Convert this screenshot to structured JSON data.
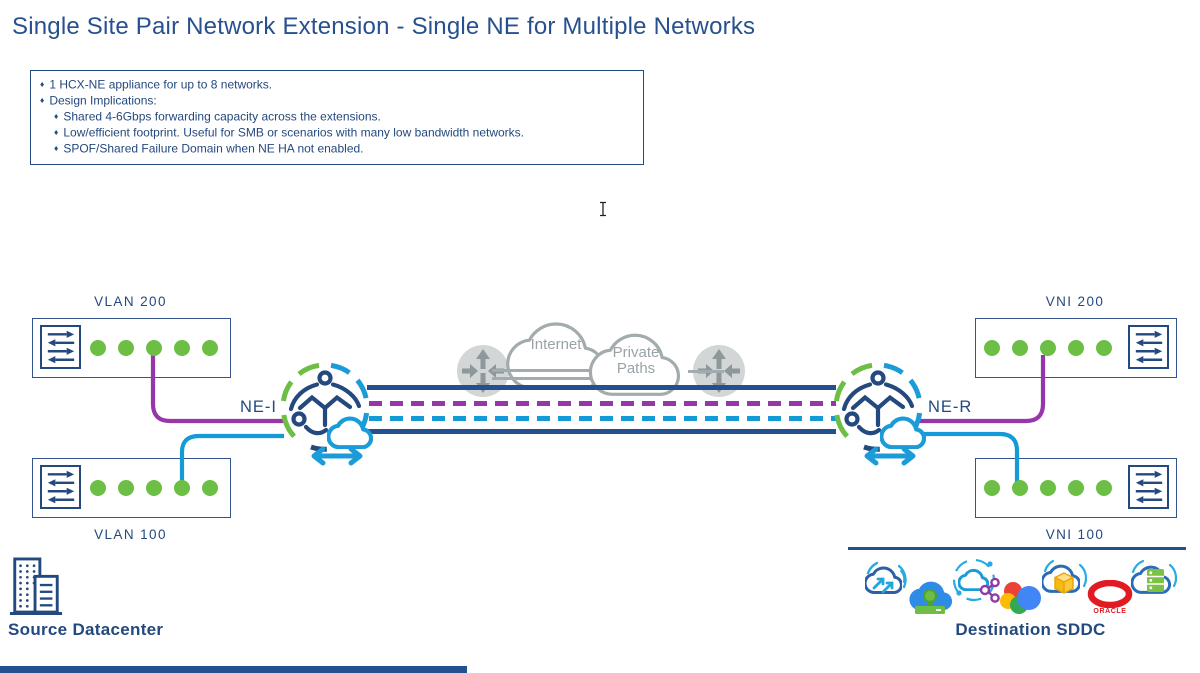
{
  "title": "Single Site Pair Network Extension - Single NE for Multiple Networks",
  "notes": {
    "bullet": "♦",
    "items": [
      "1 HCX-NE appliance for up to 8 networks.",
      "Design Implications:",
      "Shared 4-6Gbps forwarding capacity across the extensions.",
      "Low/efficient footprint. Useful for SMB or scenarios with many low bandwidth networks.",
      "SPOF/Shared Failure Domain when NE HA not enabled."
    ]
  },
  "source_site": {
    "network_top": "VLAN 200",
    "network_bottom": "VLAN 100",
    "appliance": "NE-I",
    "site_label": "Source Datacenter"
  },
  "destination_site": {
    "network_top": "VNI 200",
    "network_bottom": "VNI 100",
    "appliance": "NE-R",
    "site_label": "Destination SDDC",
    "oracle_label": "ORACLE",
    "provider_icons": [
      "cloud-arrows-icon",
      "cloud-key-icon",
      "cloud-molecule-icon",
      "google-cloud-icon",
      "cloud-cube-icon",
      "oracle-icon",
      "cloud-server-icon"
    ]
  },
  "transport": {
    "cloud_top": "Internet",
    "cloud_bottom": "Private Paths",
    "router_icons": [
      "router-icon",
      "router-icon"
    ]
  },
  "tunnels": [
    {
      "style": "solid",
      "color": "#24508F"
    },
    {
      "style": "dashed",
      "color": "#9636A8"
    },
    {
      "style": "dashed",
      "color": "#149BD7"
    },
    {
      "style": "solid",
      "color": "#24508F"
    }
  ],
  "colors": {
    "navy": "#24497E",
    "line-navy": "#24508F",
    "green": "#6CBE45",
    "purple": "#9636A8",
    "cyan": "#149BD7",
    "title": "#27508F"
  }
}
